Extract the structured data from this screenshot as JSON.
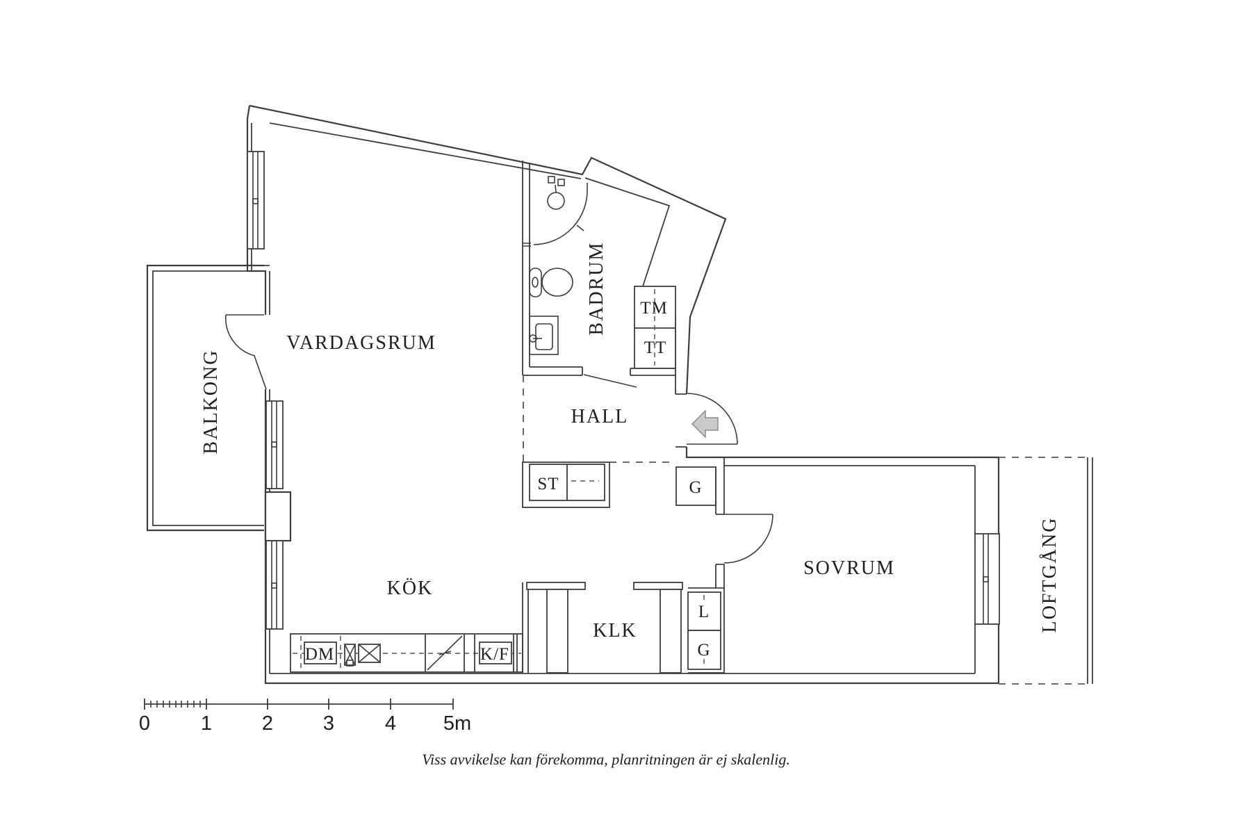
{
  "colors": {
    "bg": "#ffffff",
    "wall": "#3d3d3d",
    "ink": "#1f1f1f",
    "dash": "#555555",
    "arrow_fill": "#c9c9c9",
    "arrow_stroke": "#8a8a8a"
  },
  "rooms": {
    "vardagsrum": "VARDAGSRUM",
    "balkong": "BALKONG",
    "badrum": "BADRUM",
    "hall": "HALL",
    "kok": "KÖK",
    "sovrum": "SOVRUM",
    "klk": "KLK",
    "loftgang": "LOFTGÅNG"
  },
  "closets": {
    "tm": "TM",
    "tt": "TT",
    "st": "ST",
    "hall_g": "G",
    "bedroom_l": "L",
    "bedroom_g": "G"
  },
  "appliances": {
    "dm": "DM",
    "kf": "K/F"
  },
  "scale_bar": {
    "labels": [
      "0",
      "1",
      "2",
      "3",
      "4",
      "5m"
    ]
  },
  "disclaimer": "Viss avvikelse kan förekomma, planritningen är ej skalenlig."
}
